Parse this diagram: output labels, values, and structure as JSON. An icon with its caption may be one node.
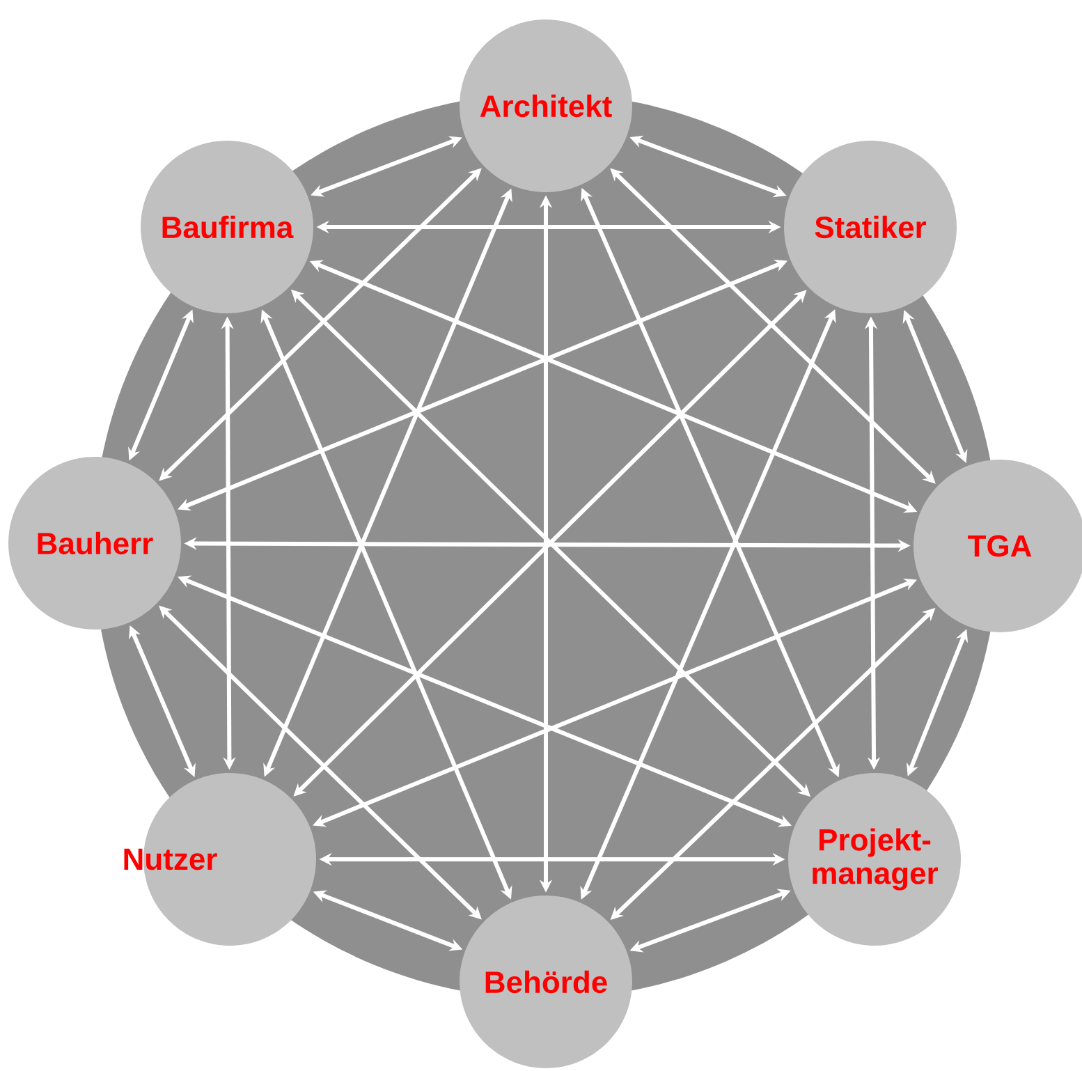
{
  "diagram": {
    "nodes": [
      {
        "text": [
          "Architekt"
        ]
      },
      {
        "text": [
          "Statiker"
        ]
      },
      {
        "text": [
          "TGA"
        ]
      },
      {
        "text": [
          "Projekt- manager"
        ]
      },
      {
        "text": [
          "Behörde"
        ]
      },
      {
        "text": [
          "Nutzer"
        ]
      },
      {
        "text": [
          "Bauherr"
        ]
      },
      {
        "text": [
          "Baufirma"
        ]
      }
    ],
    "edges": [
      {
        "from": 0,
        "to": 1,
        "arrow": "both"
      },
      {
        "from": 0,
        "to": 2,
        "arrow": "both"
      },
      {
        "from": 0,
        "to": 3,
        "arrow": "both"
      },
      {
        "from": 0,
        "to": 4,
        "arrow": "both"
      },
      {
        "from": 0,
        "to": 5,
        "arrow": "both"
      },
      {
        "from": 0,
        "to": 6,
        "arrow": "both"
      },
      {
        "from": 0,
        "to": 7,
        "arrow": "both"
      },
      {
        "from": 1,
        "to": 2,
        "arrow": "both"
      },
      {
        "from": 1,
        "to": 3,
        "arrow": "both"
      },
      {
        "from": 1,
        "to": 4,
        "arrow": "both"
      },
      {
        "from": 1,
        "to": 5,
        "arrow": "both"
      },
      {
        "from": 1,
        "to": 6,
        "arrow": "both"
      },
      {
        "from": 1,
        "to": 7,
        "arrow": "both"
      },
      {
        "from": 2,
        "to": 3,
        "arrow": "both"
      },
      {
        "from": 2,
        "to": 4,
        "arrow": "both"
      },
      {
        "from": 2,
        "to": 5,
        "arrow": "both"
      },
      {
        "from": 2,
        "to": 6,
        "arrow": "both"
      },
      {
        "from": 2,
        "to": 7,
        "arrow": "both"
      },
      {
        "from": 3,
        "to": 4,
        "arrow": "both"
      },
      {
        "from": 3,
        "to": 5,
        "arrow": "both"
      },
      {
        "from": 3,
        "to": 6,
        "arrow": "both"
      },
      {
        "from": 3,
        "to": 7,
        "arrow": "both"
      },
      {
        "from": 4,
        "to": 5,
        "arrow": "both"
      },
      {
        "from": 4,
        "to": 6,
        "arrow": "both"
      },
      {
        "from": 4,
        "to": 7,
        "arrow": "both"
      },
      {
        "from": 5,
        "to": 6,
        "arrow": "both"
      },
      {
        "from": 5,
        "to": 7,
        "arrow": "both"
      },
      {
        "from": 6,
        "to": 7,
        "arrow": "both"
      }
    ]
  }
}
